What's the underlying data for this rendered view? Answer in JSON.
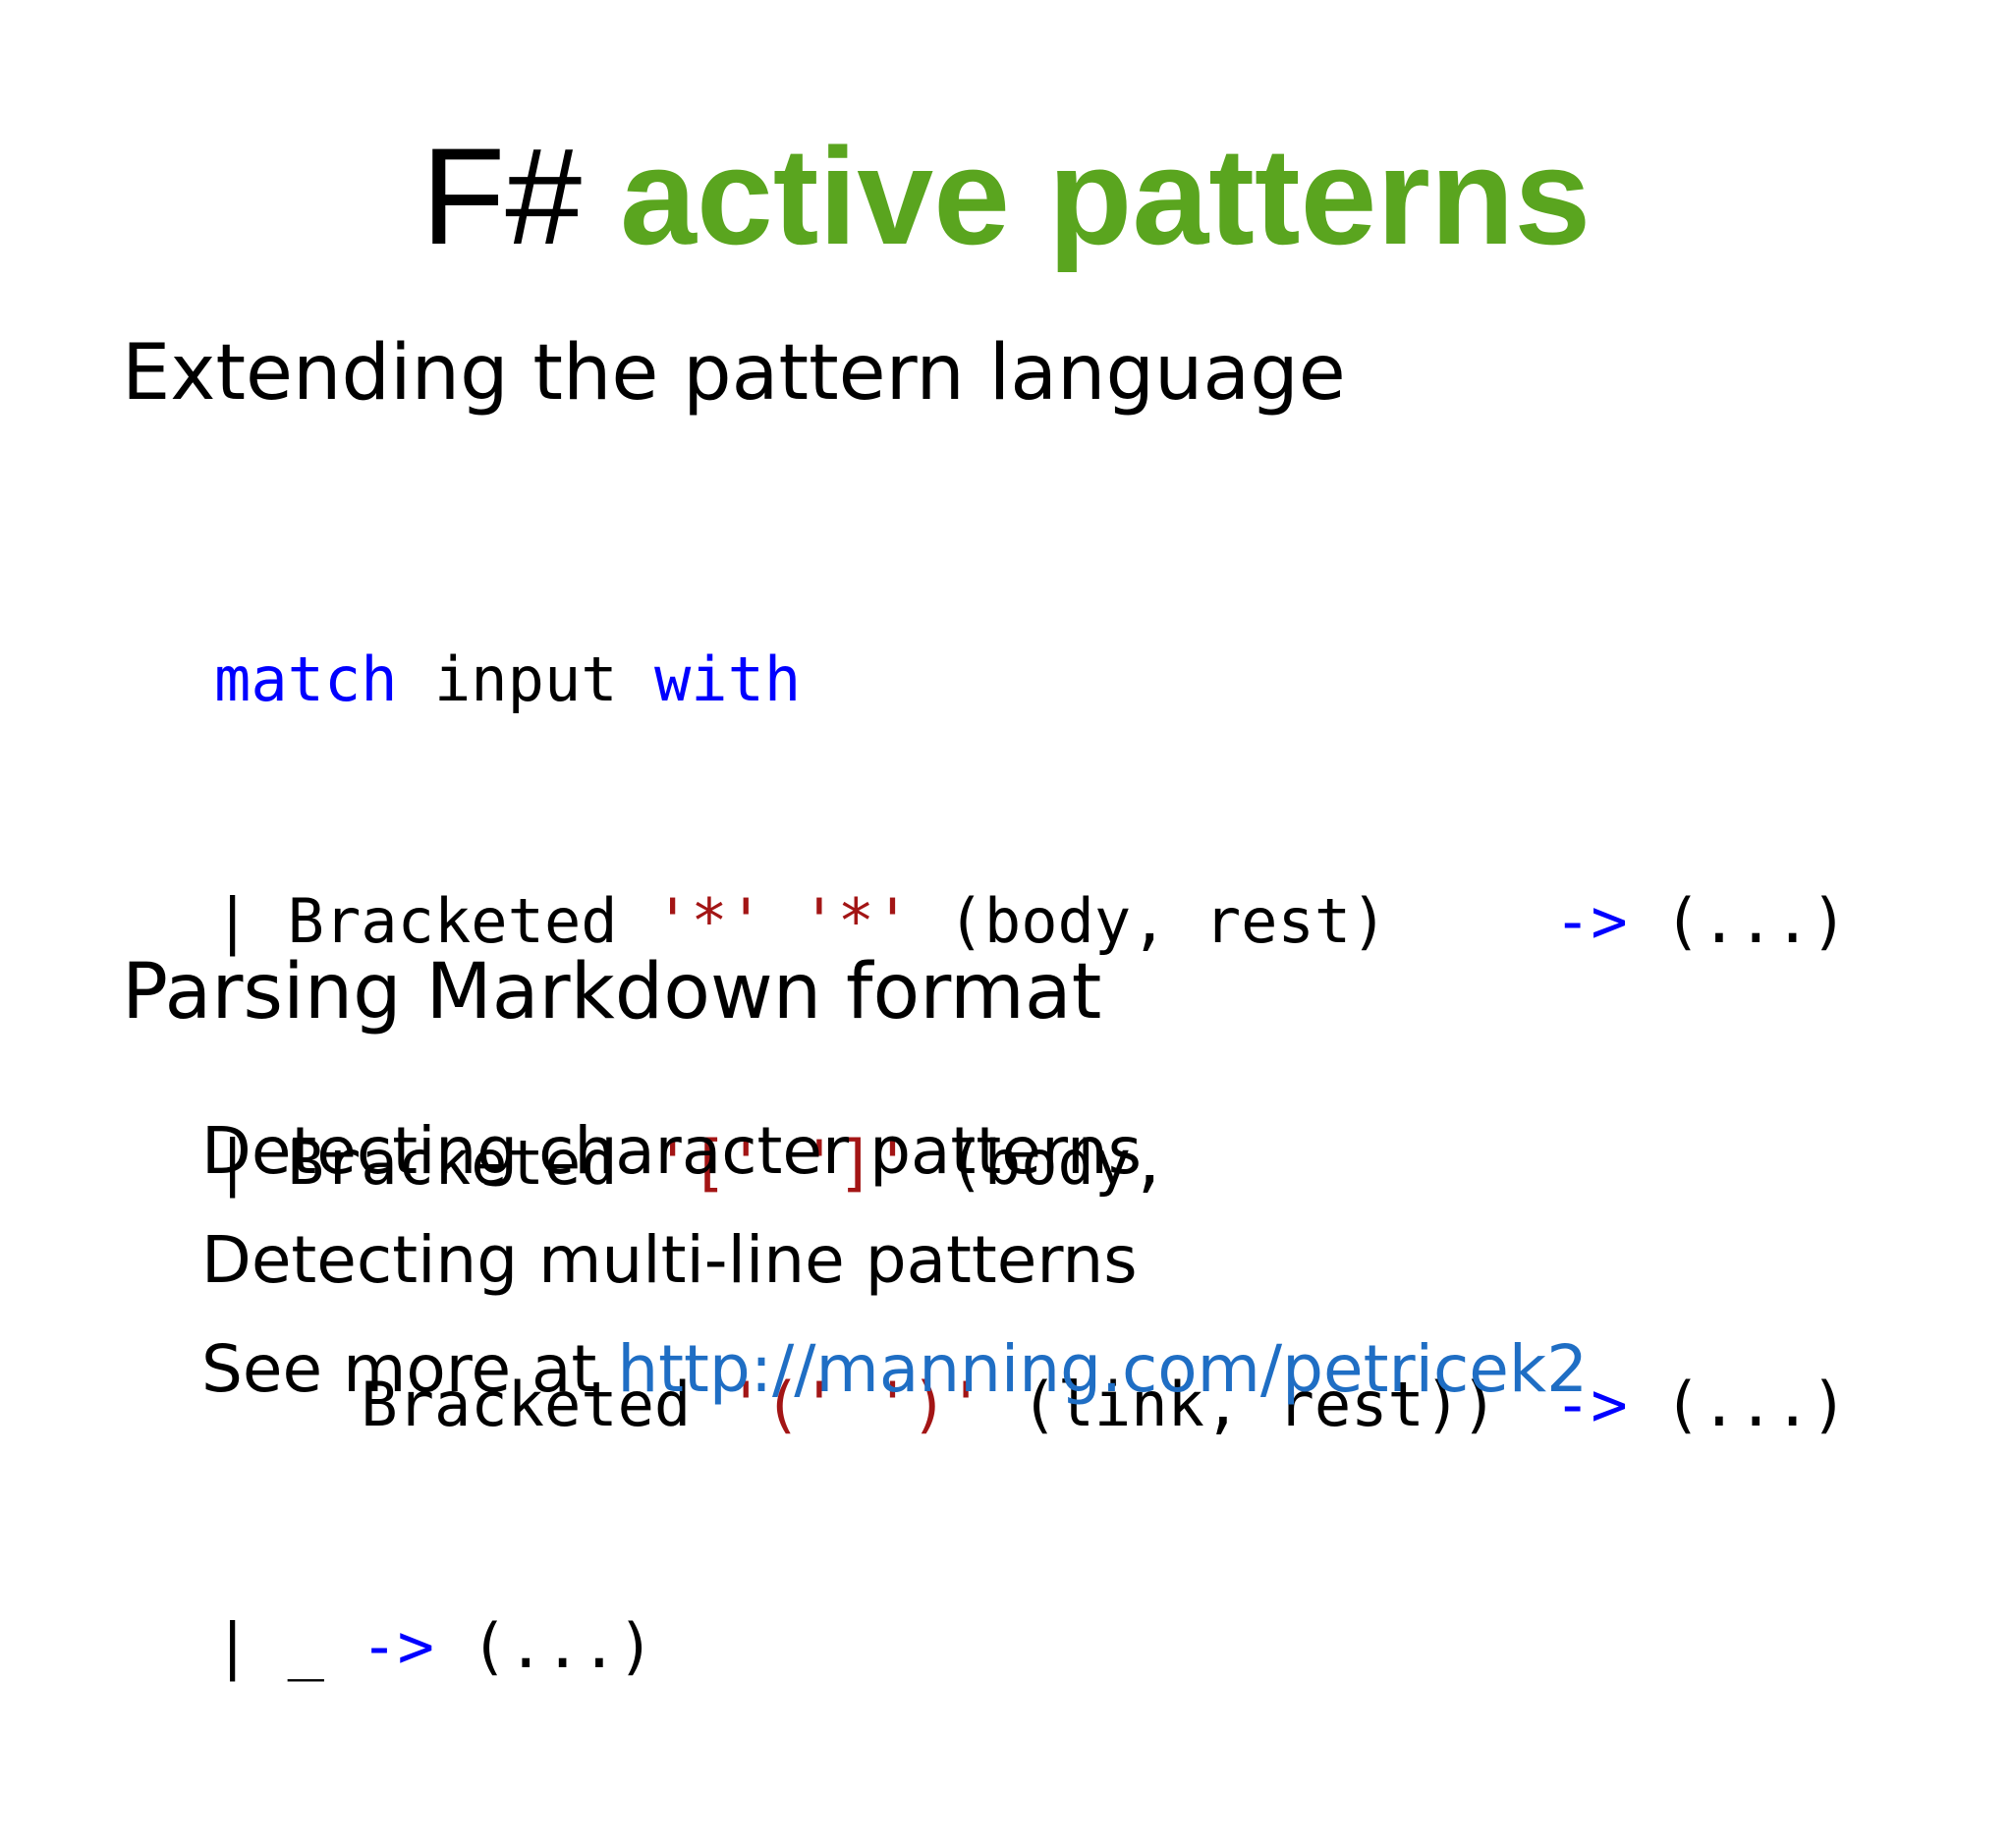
{
  "slide": {
    "title": {
      "prefix": "F#",
      "accent": "active patterns"
    },
    "bullets": [
      {
        "text": "Extending the pattern language"
      },
      {
        "text": "Parsing Markdown format"
      }
    ],
    "code": {
      "line1": {
        "kw1": "match",
        "ident": "input",
        "kw2": "with"
      },
      "line2": {
        "pipe": "|",
        "ctor": "Bracketed",
        "str1": "'*'",
        "str2": "'*'",
        "args": "(body, rest)",
        "arrow": "->",
        "rhs": "(...)"
      },
      "line3": {
        "pipe": "|",
        "ctor": "Bracketed",
        "str1": "'['",
        "str2": "']'",
        "args": "(body,"
      },
      "line4": {
        "ctor": "Bracketed",
        "str1": "'('",
        "str2": "')'",
        "args": "(link, rest))",
        "arrow": "->",
        "rhs": "(...)"
      },
      "line5": {
        "pipe": "|",
        "wild": "_",
        "arrow": "->",
        "rhs": "(...)"
      }
    },
    "sub_items": [
      {
        "text": "Detecting character patterns"
      },
      {
        "text": "Detecting multi-line patterns"
      }
    ],
    "see_more": {
      "prefix": "See more at",
      "link_text": "http://manning.com/petricek2"
    }
  },
  "colors": {
    "title_accent": "#5aa51f",
    "keyword": "#0000ff",
    "string_literal": "#a31515",
    "link": "#1f6ec4"
  }
}
